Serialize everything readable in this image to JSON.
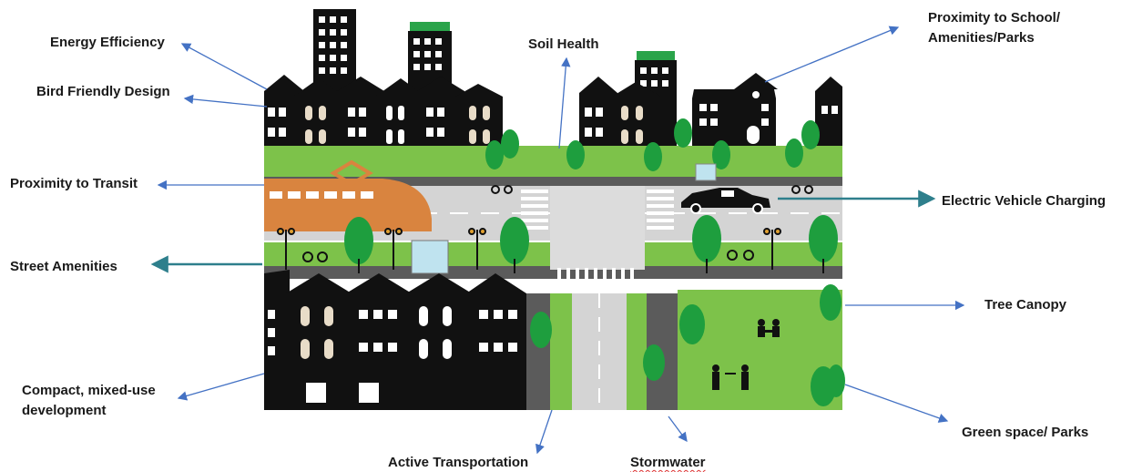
{
  "labels": {
    "energy_efficiency": "Energy Efficiency",
    "bird_friendly": "Bird Friendly Design",
    "proximity_transit": "Proximity to Transit",
    "street_amenities": "Street Amenities",
    "compact_dev_line1": "Compact, mixed-use",
    "compact_dev_line2": "development",
    "soil_health": "Soil Health",
    "proximity_school_line1": "Proximity to School/",
    "proximity_school_line2": "Amenities/Parks",
    "ev_charging": "Electric Vehicle Charging",
    "tree_canopy": "Tree Canopy",
    "green_space": "Green space/ Parks",
    "active_transportation": "Active Transportation",
    "stormwater": "Stormwater"
  },
  "colors": {
    "building": "#111111",
    "window": "#ffffff",
    "grass": "#7dc24a",
    "tree": "#1e9e3e",
    "road": "#cfcfcf",
    "road_dark": "#5b5b5b",
    "train": "#d9843f",
    "arrow_blue": "#4472c4",
    "arrow_teal": "#2e7f8c"
  }
}
